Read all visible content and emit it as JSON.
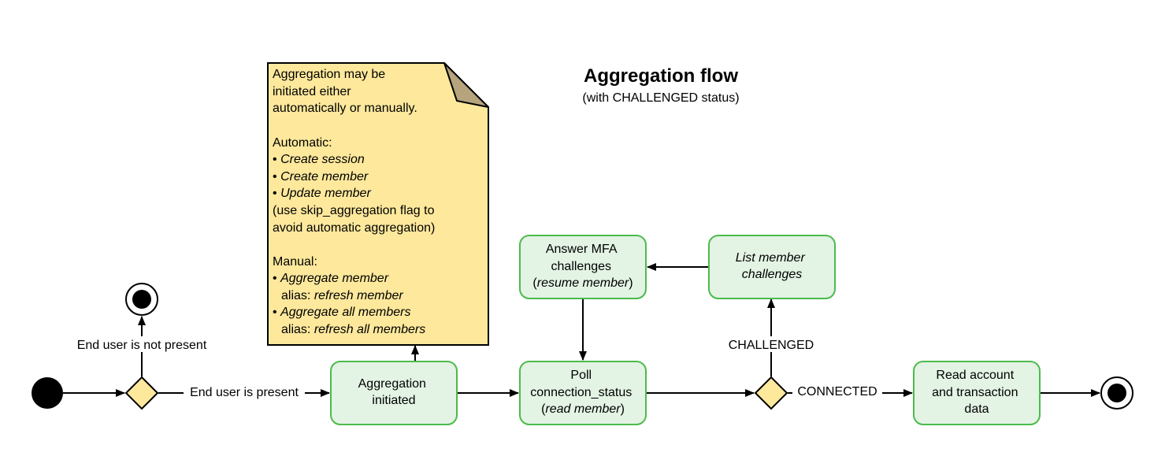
{
  "title": "Aggregation flow",
  "subtitle": "(with CHALLENGED status)",
  "colors": {
    "state_fill": "#e3f3e4",
    "state_border": "#4cbb4c",
    "note_fill": "#fde89c",
    "note_fold": "#b5a47c",
    "decision_fill": "#fde89c"
  },
  "note": {
    "intro": [
      "Aggregation may be",
      "initiated either",
      "automatically or manually."
    ],
    "automatic_heading": "Automatic:",
    "bullet": "•",
    "automatic_items": [
      "Create session",
      "Create member",
      "Update member"
    ],
    "automatic_footnote": [
      "(use skip_aggregation flag to",
      "avoid automatic aggregation)"
    ],
    "manual_heading": "Manual:",
    "manual_items": [
      {
        "name": "Aggregate member",
        "alias_prefix": "alias:",
        "alias": "refresh member"
      },
      {
        "name": "Aggregate all members",
        "alias_prefix": "alias:",
        "alias": "refresh all members"
      }
    ]
  },
  "states": {
    "aggregation_initiated": [
      "Aggregation",
      "initiated"
    ],
    "poll": {
      "line1": "Poll",
      "line2": "connection_status",
      "open": "(",
      "italic": "read member",
      "close": ")"
    },
    "answer_mfa": {
      "line1": "Answer MFA",
      "line2": "challenges",
      "open": "(",
      "italic": "resume member",
      "close": ")"
    },
    "list_challenges": [
      "List member",
      "challenges"
    ],
    "read_account": [
      "Read account",
      "and transaction",
      "data"
    ]
  },
  "edge_labels": {
    "not_present": "End user is not present",
    "present": "End user is present",
    "challenged": "CHALLENGED",
    "connected": "CONNECTED"
  },
  "icons": {
    "start": "initial-node-icon",
    "end": "final-node-icon"
  }
}
